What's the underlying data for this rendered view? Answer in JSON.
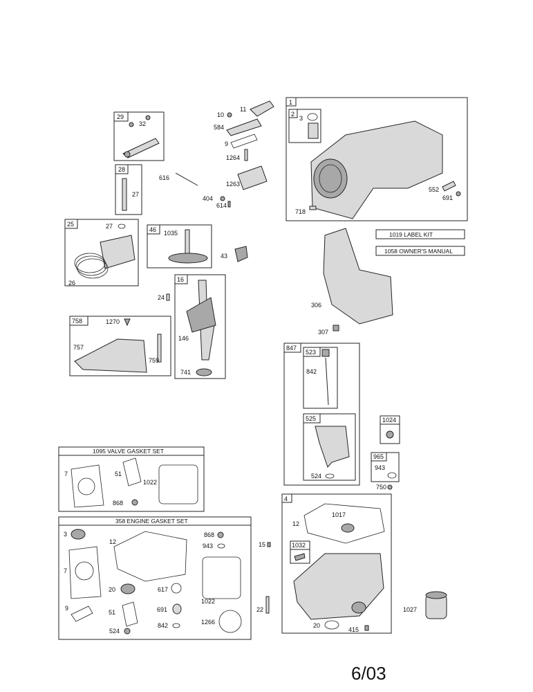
{
  "boxes": {
    "b29": "29",
    "b28": "28",
    "b25": "25",
    "b46": "46",
    "b16": "16",
    "b758": "758",
    "b1": "1",
    "b2": "2",
    "b847": "847",
    "b523": "523",
    "b525": "525",
    "b1024": "1024",
    "b965": "965",
    "b4": "4",
    "b1032": "1032"
  },
  "titles": {
    "valve_gasket_set": "1095 VALVE GASKET SET",
    "engine_gasket_set": "358 ENGINE GASKET SET",
    "label_kit": "1019 LABEL KIT",
    "owners_manual": "1058 OWNER'S MANUAL"
  },
  "labels": {
    "p32": "32",
    "p27a": "27",
    "p27b": "27",
    "p26": "26",
    "p1035": "1035",
    "p43": "43",
    "p24": "24",
    "p146": "146",
    "p741": "741",
    "p1270": "1270",
    "p757": "757",
    "p759": "759",
    "p10": "10",
    "p11": "11",
    "p584": "584",
    "p9a": "9",
    "p1264": "1264",
    "p1263": "1263",
    "p616": "616",
    "p404": "404",
    "p614": "614",
    "p3a": "3",
    "p552": "552",
    "p691a": "691",
    "p718": "718",
    "p306": "306",
    "p307": "307",
    "p842a": "842",
    "p524a": "524",
    "p943a": "943",
    "p750": "750",
    "p7a": "7",
    "p51a": "51",
    "p1022a": "1022",
    "p868a": "868",
    "p3b": "3",
    "p12a": "12",
    "p868b": "868",
    "p943b": "943",
    "p7b": "7",
    "p20a": "20",
    "p617": "617",
    "p1022b": "1022",
    "p9b": "9",
    "p51b": "51",
    "p691b": "691",
    "p1266": "1266",
    "p524b": "524",
    "p842b": "842",
    "p15": "15",
    "p22": "22",
    "p12b": "12",
    "p1017": "1017",
    "p20b": "20",
    "p415": "415",
    "p1027": "1027"
  },
  "page_number": "6/03"
}
